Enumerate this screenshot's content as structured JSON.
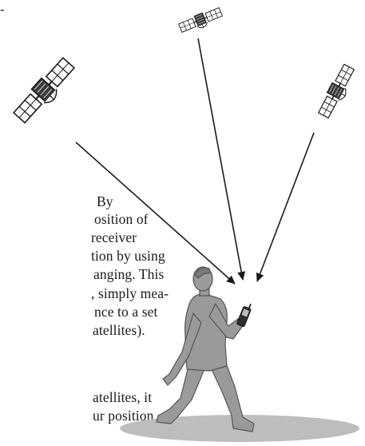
{
  "text": {
    "top_fragment": "-",
    "lines": [
      "By",
      "osition of",
      " receiver",
      "tion by using",
      "anging. This",
      ", simply mea-",
      "nce to a set",
      "atellites).",
      "",
      "atellites, it",
      "ur position"
    ]
  },
  "icons": [
    "satellite-icon",
    "walking-person-icon",
    "signal-arrow-icon"
  ],
  "colors": {
    "ink": "#1a1a1a",
    "person": "#9a9a9a",
    "shadow": "#bdbdbd",
    "satellite_panel": "#ffffff"
  }
}
